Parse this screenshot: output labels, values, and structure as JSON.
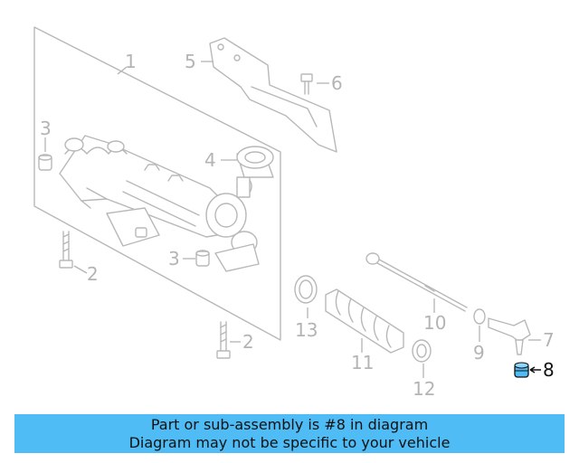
{
  "callouts": {
    "c1": "1",
    "c2a": "2",
    "c2b": "2",
    "c3a": "3",
    "c3b": "3",
    "c4": "4",
    "c5": "5",
    "c6": "6",
    "c7": "7",
    "c8": "8",
    "c9": "9",
    "c10": "10",
    "c11": "11",
    "c12": "12",
    "c13": "13"
  },
  "highlight_part": "8",
  "colors": {
    "banner": "#4fbcf5",
    "highlight": "#4fbcf5",
    "faint": "#b8b8b8"
  },
  "banner": {
    "line1": "Part or sub-assembly is #8 in diagram",
    "line2": "Diagram may not be specific to your vehicle"
  }
}
